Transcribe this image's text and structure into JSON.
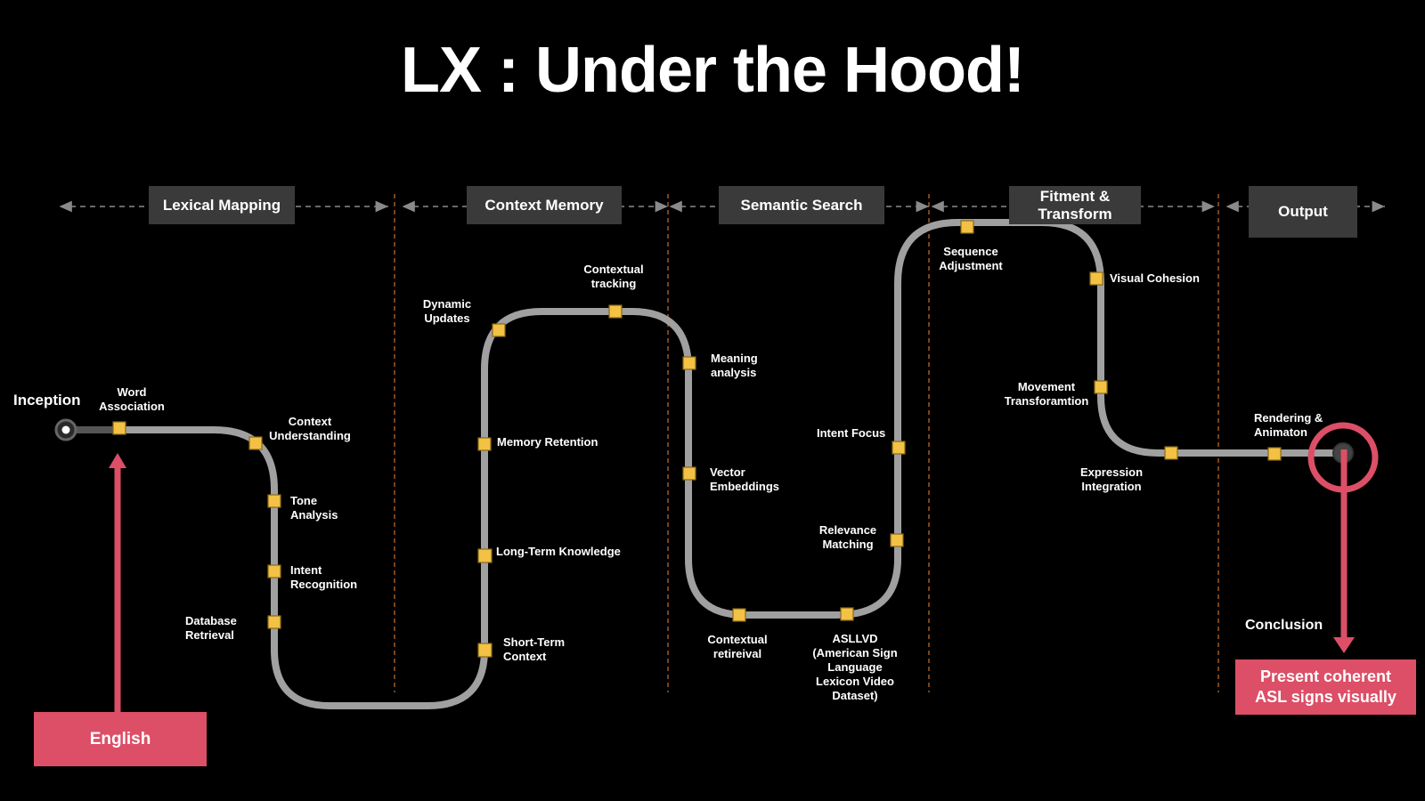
{
  "title": "LX : Under the Hood!",
  "colors": {
    "track": "#999999",
    "node": "#f3c244",
    "accent": "#dc4f67",
    "stage_box": "#3a3a3a",
    "divider": "#c8702a"
  },
  "stages": [
    "Lexical Mapping",
    "Context Memory",
    "Semantic Search",
    "Fitment & Transform",
    "Output"
  ],
  "endpoints": {
    "start": "Inception",
    "end": "Conclusion"
  },
  "input_label": "English",
  "output_label": "Present coherent ASL signs visually",
  "steps": {
    "word_association": "Word Association",
    "context_understanding": "Context Understanding",
    "tone_analysis": "Tone Analysis",
    "intent_recognition": "Intent Recognition",
    "database_retrieval": "Database Retrieval",
    "short_term_context": "Short-Term Context",
    "long_term_knowledge": "Long-Term Knowledge",
    "memory_retention": "Memory Retention",
    "dynamic_updates": "Dynamic Updates",
    "contextual_tracking": "Contextual tracking",
    "meaning_analysis": "Meaning analysis",
    "vector_embeddings": "Vector Embeddings",
    "contextual_retrieval": "Contextual retireival",
    "asllvd": "ASLLVD (American Sign Language Lexicon Video Dataset)",
    "relevance_matching": "Relevance Matching",
    "intent_focus": "Intent Focus",
    "sequence_adjustment": "Sequence Adjustment",
    "visual_cohesion": "Visual Cohesion",
    "movement_transformation": "Movement Transforamtion",
    "expression_integration": "Expression Integration",
    "rendering_animation": "Rendering & Animaton"
  }
}
